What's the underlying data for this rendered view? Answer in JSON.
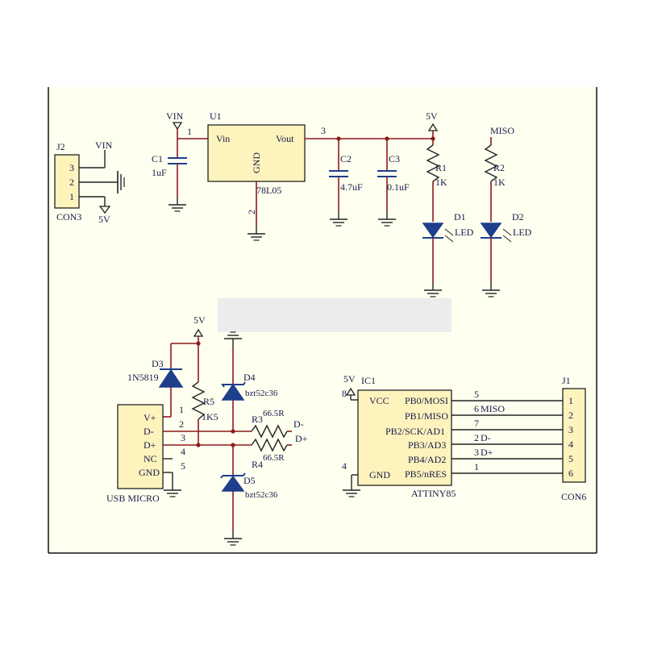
{
  "colors": {
    "wire": "#8c1a1a",
    "component": "#1f3f8c",
    "body_fill": "#fdf3bd",
    "paper": "#fffff0",
    "text": "#1a1a4a",
    "redaction": "#ececec"
  },
  "power": {
    "vin_label": "VIN",
    "u1_label": "U1",
    "u1_pin1": "1",
    "u1_pin_vin": "Vin",
    "u1_pin_vout": "Vout",
    "u1_pin3": "3",
    "u1_gnd": "GND",
    "u1_part": "78L05",
    "u1_pin2": "2",
    "c1_ref": "C1",
    "c1_val": "1uF",
    "c2_ref": "C2",
    "c2_val": "4.7uF",
    "c3_ref": "C3",
    "c3_val": "0.1uF",
    "v5_label": "5V",
    "r1_ref": "R1",
    "r1_val": "1K",
    "d1_ref": "D1",
    "d1_val": "LED",
    "miso_label": "MISO",
    "r2_ref": "R2",
    "r2_val": "1K",
    "d2_ref": "D2",
    "d2_val": "LED"
  },
  "j2": {
    "ref": "J2",
    "part": "CON3",
    "pins": [
      "3",
      "2",
      "1"
    ],
    "vin_label": "VIN",
    "v5_label": "5V"
  },
  "usb": {
    "v5_label": "5V",
    "d3_ref": "D3",
    "d3_val": "1N5819",
    "r5_ref": "R5",
    "r5_val": "1K5",
    "d4_ref": "D4",
    "d4_val": "bzt52c36",
    "r3_ref": "R3",
    "r3_val": "66.5R",
    "r4_ref": "R4",
    "r4_val": "66.5R",
    "net_dminus": "D-",
    "net_dplus": "D+",
    "d5_ref": "D5",
    "d5_val": "bzt52c36",
    "part": "USB MICRO",
    "pins": [
      {
        "name": "V+",
        "num": "1"
      },
      {
        "name": "D-",
        "num": "2"
      },
      {
        "name": "D+",
        "num": "3"
      },
      {
        "name": "NC",
        "num": "4"
      },
      {
        "name": "GND",
        "num": "5"
      }
    ]
  },
  "ic1": {
    "ref": "IC1",
    "v5_label": "5V",
    "vcc_pin": "8",
    "vcc_label": "VCC",
    "gnd_pin": "4",
    "gnd_label": "GND",
    "part": "ATTINY85",
    "pins": [
      {
        "name": "PB0/MOSI",
        "num": "5",
        "net": ""
      },
      {
        "name": "PB1/MISO",
        "num": "6",
        "net": "MISO"
      },
      {
        "name": "PB2/SCK/AD1",
        "num": "7",
        "net": ""
      },
      {
        "name": "PB3/AD3",
        "num": "2",
        "net": "D-"
      },
      {
        "name": "PB4/AD2",
        "num": "3",
        "net": "D+"
      },
      {
        "name": "PB5/nRES",
        "num": "1",
        "net": ""
      }
    ]
  },
  "j1": {
    "ref": "J1",
    "part": "CON6",
    "pins": [
      "1",
      "2",
      "3",
      "4",
      "5",
      "6"
    ]
  }
}
